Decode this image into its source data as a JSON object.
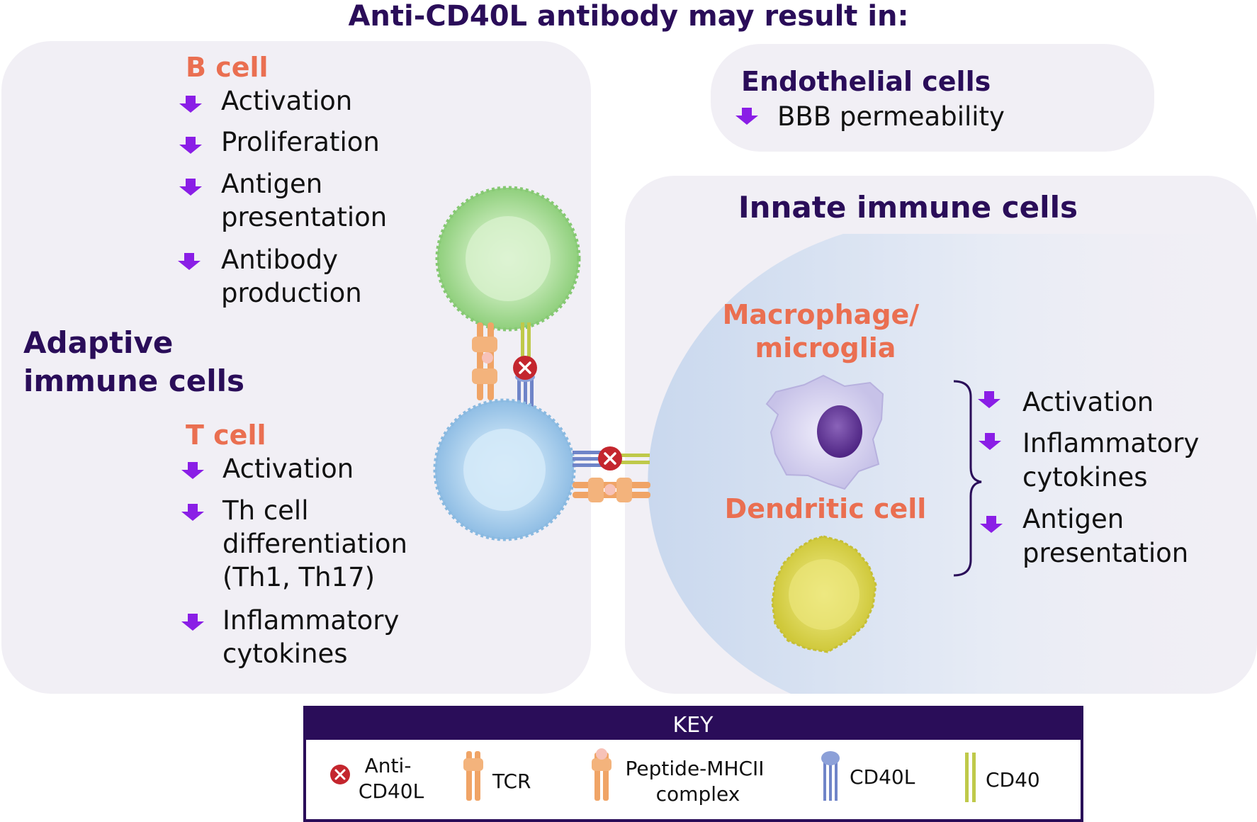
{
  "title": "Anti-CD40L antibody may result in:",
  "adaptive": {
    "heading_line1": "Adaptive",
    "heading_line2": "immune cells",
    "b_cell": {
      "title": "B cell",
      "items": [
        {
          "lines": [
            "Activation"
          ]
        },
        {
          "lines": [
            "Proliferation"
          ]
        },
        {
          "lines": [
            "Antigen",
            "presentation"
          ]
        },
        {
          "lines": [
            "Antibody",
            "production"
          ]
        }
      ]
    },
    "t_cell": {
      "title": "T cell",
      "items": [
        {
          "lines": [
            "Activation"
          ]
        },
        {
          "lines": [
            "Th cell",
            "differentiation",
            "(Th1, Th17)"
          ]
        },
        {
          "lines": [
            "Inflammatory",
            "cytokines"
          ]
        }
      ]
    }
  },
  "endothelial": {
    "title": "Endothelial cells",
    "item": "BBB permeability"
  },
  "innate": {
    "title": "Innate immune cells",
    "macrophage_line1": "Macrophage/",
    "macrophage_line2": "microglia",
    "dendritic": "Dendritic cell",
    "items": [
      {
        "lines": [
          "Activation"
        ]
      },
      {
        "lines": [
          "Inflammatory",
          "cytokines"
        ]
      },
      {
        "lines": [
          "Antigen",
          "presentation"
        ]
      }
    ]
  },
  "key": {
    "title": "KEY",
    "anti_line1": "Anti-",
    "anti_line2": "CD40L",
    "tcr": "TCR",
    "mhc_line1": "Peptide-MHCII",
    "mhc_line2": "complex",
    "cd40l": "CD40L",
    "cd40": "CD40"
  },
  "colors": {
    "heading": "#2a0d59",
    "accent": "#ea6f51",
    "arrow": "#8a1ee6",
    "panel": "#f1eff5",
    "b_cell": "#9bd68b",
    "t_cell": "#9cc6e8",
    "macrophage": "#cfcbeb",
    "nucleus": "#5b2f91",
    "dendritic": "#dcd650",
    "tcr": "#f0a466",
    "cd40l": "#6f84c8",
    "cd40": "#bfc94a",
    "anti_cd40l": "#c4262e"
  }
}
